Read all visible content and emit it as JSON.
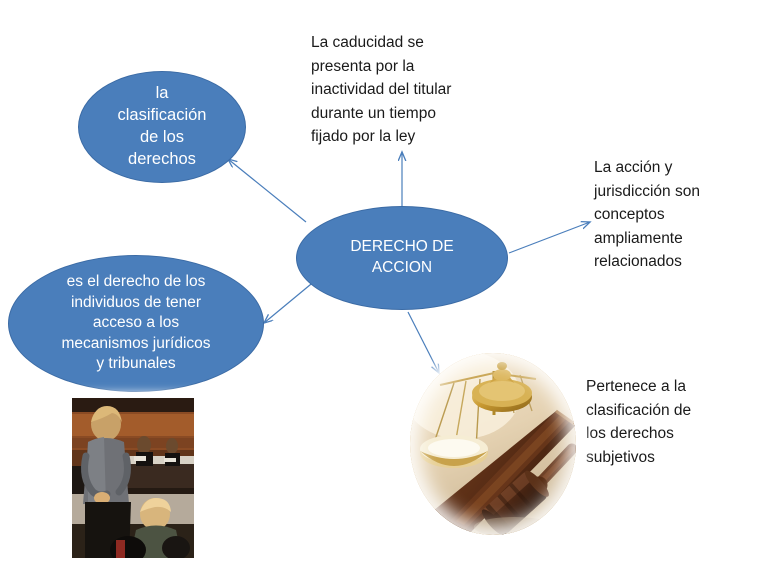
{
  "diagram": {
    "title_concept": "DERECHO DE ACCION",
    "nodes": [
      {
        "id": "clasificacion",
        "text": "la\nclasificación\nde los\nderechos",
        "fill": "#4a7ebb"
      },
      {
        "id": "central",
        "text": "DERECHO DE\nACCION",
        "fill": "#4a7ebb"
      },
      {
        "id": "individuos",
        "text": "es el derecho de los\nindividuos de tener\nacceso a los\nmecanismos jurídicos\ny tribunales",
        "fill": "#4a7ebb"
      }
    ],
    "notes": [
      {
        "id": "caducidad",
        "text": "La caducidad se\npresenta por la\ninactividad del titular\ndurante un tiempo\nfijado por la ley"
      },
      {
        "id": "accion",
        "text": "La acción y\njurisdicción son\nconceptos\nampliamente\nrelacionados"
      },
      {
        "id": "pertenece",
        "text": "Pertenece a la\nclasificación de\nlos derechos\nsubjetivos"
      }
    ],
    "images": [
      {
        "id": "courtroom",
        "description": "courtroom-photo"
      },
      {
        "id": "justice",
        "description": "scales-and-gavel-photo"
      }
    ],
    "connector_color": "#4a7ebb",
    "text_color": "#1a1a1a",
    "node_text_color": "#ffffff",
    "background": "#ffffff"
  }
}
